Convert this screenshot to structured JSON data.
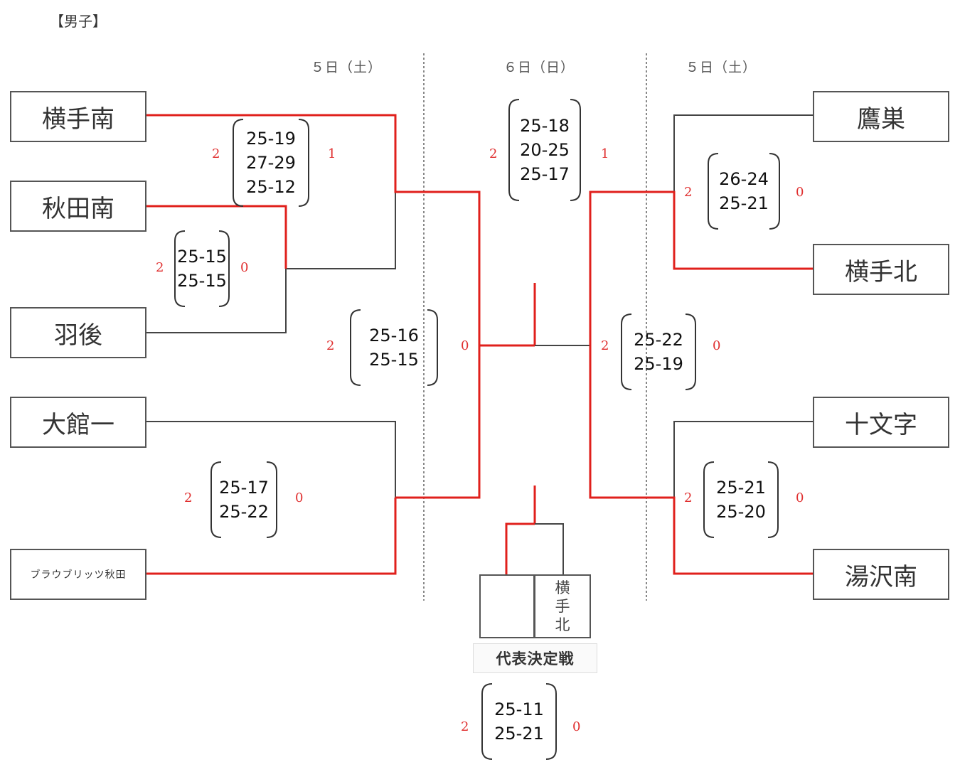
{
  "title": "【男子】",
  "days": {
    "left": "５日（土）",
    "center": "６日（日）",
    "right": "５日（土）"
  },
  "teams": {
    "yokote_minami": "横手南",
    "akita_minami": "秋田南",
    "ugo": "羽後",
    "odate_ichi": "大館一",
    "blaublitz": "ブラウブリッツ秋田",
    "takanosu": "鷹巣",
    "yokote_kita": "横手北",
    "jumonji": "十文字",
    "yuzawa_minami": "湯沢南"
  },
  "matches": {
    "m1": {
      "sets": [
        "25-15",
        "25-15"
      ],
      "left_won": "2",
      "right_won": "0"
    },
    "m2": {
      "sets": [
        "25-19",
        "27-29",
        "25-12"
      ],
      "left_won": "2",
      "right_won": "1"
    },
    "m3": {
      "sets": [
        "25-17",
        "25-22"
      ],
      "left_won": "2",
      "right_won": "0"
    },
    "m4": {
      "sets": [
        "25-16",
        "25-15"
      ],
      "left_won": "2",
      "right_won": "0"
    },
    "m5": {
      "sets": [
        "26-24",
        "25-21"
      ],
      "left_won": "2",
      "right_won": "0"
    },
    "m6": {
      "sets": [
        "25-21",
        "25-20"
      ],
      "left_won": "2",
      "right_won": "0"
    },
    "m7": {
      "sets": [
        "25-22",
        "25-19"
      ],
      "left_won": "2",
      "right_won": "0"
    },
    "final": {
      "sets": [
        "25-18",
        "20-25",
        "25-17"
      ],
      "left_won": "2",
      "right_won": "1"
    },
    "playoff": {
      "sets": [
        "25-11",
        "25-21"
      ],
      "left_won": "2",
      "right_won": "0"
    }
  },
  "playoff": {
    "label": "代表決定戦",
    "right_team": "横手北",
    "left_team": ""
  },
  "colors": {
    "winner_line": "#e0201c",
    "loser_line": "#444444",
    "set_count": "#e03030"
  }
}
